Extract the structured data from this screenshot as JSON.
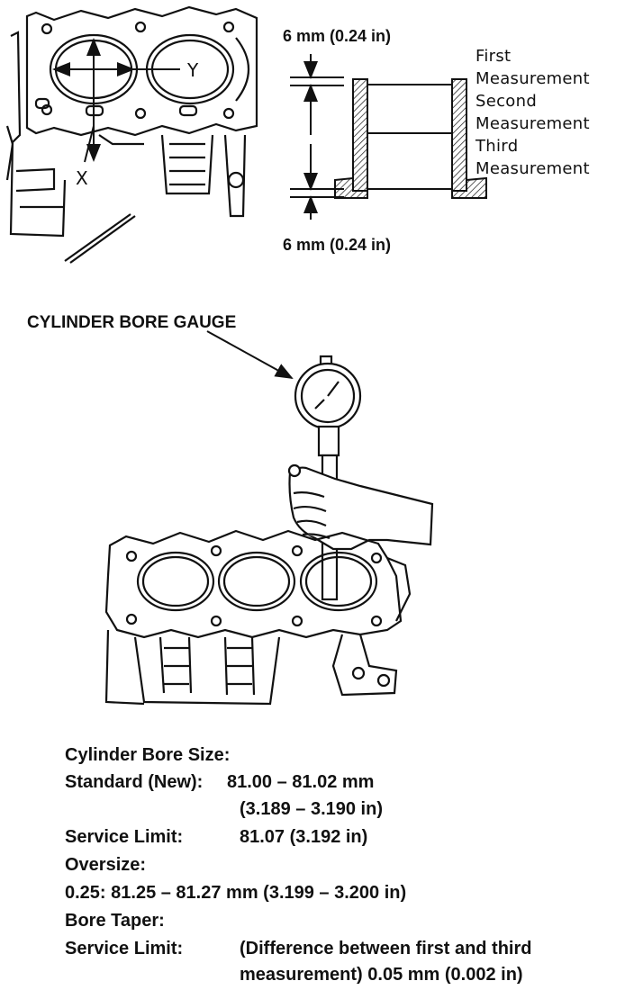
{
  "top_left": {
    "axis_x": "X",
    "axis_y": "Y"
  },
  "measurement_diagram": {
    "top_offset": "6 mm (0.24 in)",
    "bottom_offset": "6 mm (0.24 in)",
    "first_line1": "First",
    "first_line2": "Measurement",
    "second_line1": "Second",
    "second_line2": "Measurement",
    "third_line1": "Third",
    "third_line2": "Measurement"
  },
  "gauge_label": "CYLINDER BORE GAUGE",
  "specs": {
    "bore_size_heading": "Cylinder Bore Size:",
    "standard_label": "Standard (New):",
    "standard_value": "81.00 – 81.02 mm",
    "standard_value_in": "(3.189 – 3.190 in)",
    "service_limit_label": "Service Limit:",
    "service_limit_value": "81.07 (3.192 in)",
    "oversize_heading": "Oversize:",
    "oversize_value": "0.25: 81.25 – 81.27 mm (3.199 – 3.200 in)",
    "taper_heading": "Bore Taper:",
    "taper_limit_label": "Service Limit:",
    "taper_limit_line1": "(Difference between first and third",
    "taper_limit_line2": "measurement) 0.05 mm (0.002 in)"
  }
}
